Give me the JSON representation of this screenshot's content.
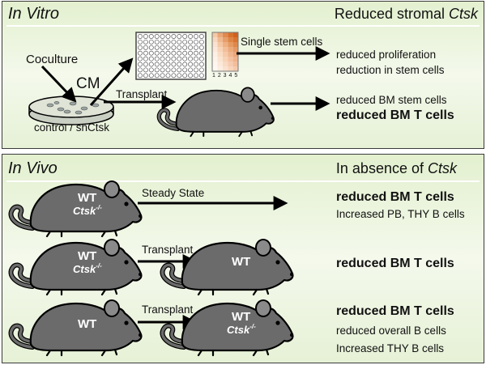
{
  "in_vitro": {
    "title": "In Vitro",
    "header_right_prefix": "Reduced stromal ",
    "header_right_gene": "Ctsk",
    "coculture": "Coculture",
    "cm": "CM",
    "plate_ticks": "1 2 3 4 5",
    "single_stem_cells": "Single stem cells",
    "transplant": "Transplant",
    "dish_label": "control / shCtsk",
    "result1_line1": "reduced proliferation",
    "result1_line2": "reduction in stem cells",
    "result2_line1": "reduced BM stem cells",
    "result2_line2": "reduced BM T cells"
  },
  "in_vivo": {
    "title": "In Vivo",
    "header_right_prefix": "In absence of ",
    "header_right_gene": "Ctsk",
    "wt": "WT",
    "ko": "Ctsk",
    "ko_sup": "-/-",
    "steady_state": "Steady State",
    "transplant": "Transplant",
    "row1_line1": "reduced BM  T cells",
    "row1_line2": "Increased PB, THY B cells",
    "row2_line1": "reduced BM  T cells",
    "row3_line1": "reduced BM T cells",
    "row3_line2": "reduced overall B cells",
    "row3_line3": "Increased THY B cells"
  },
  "colors": {
    "panel_bg": "#e8f3d9",
    "mouse": "#6b6b6b",
    "heatmap_high": "#d9702a",
    "heatmap_low": "#fbe8da"
  }
}
